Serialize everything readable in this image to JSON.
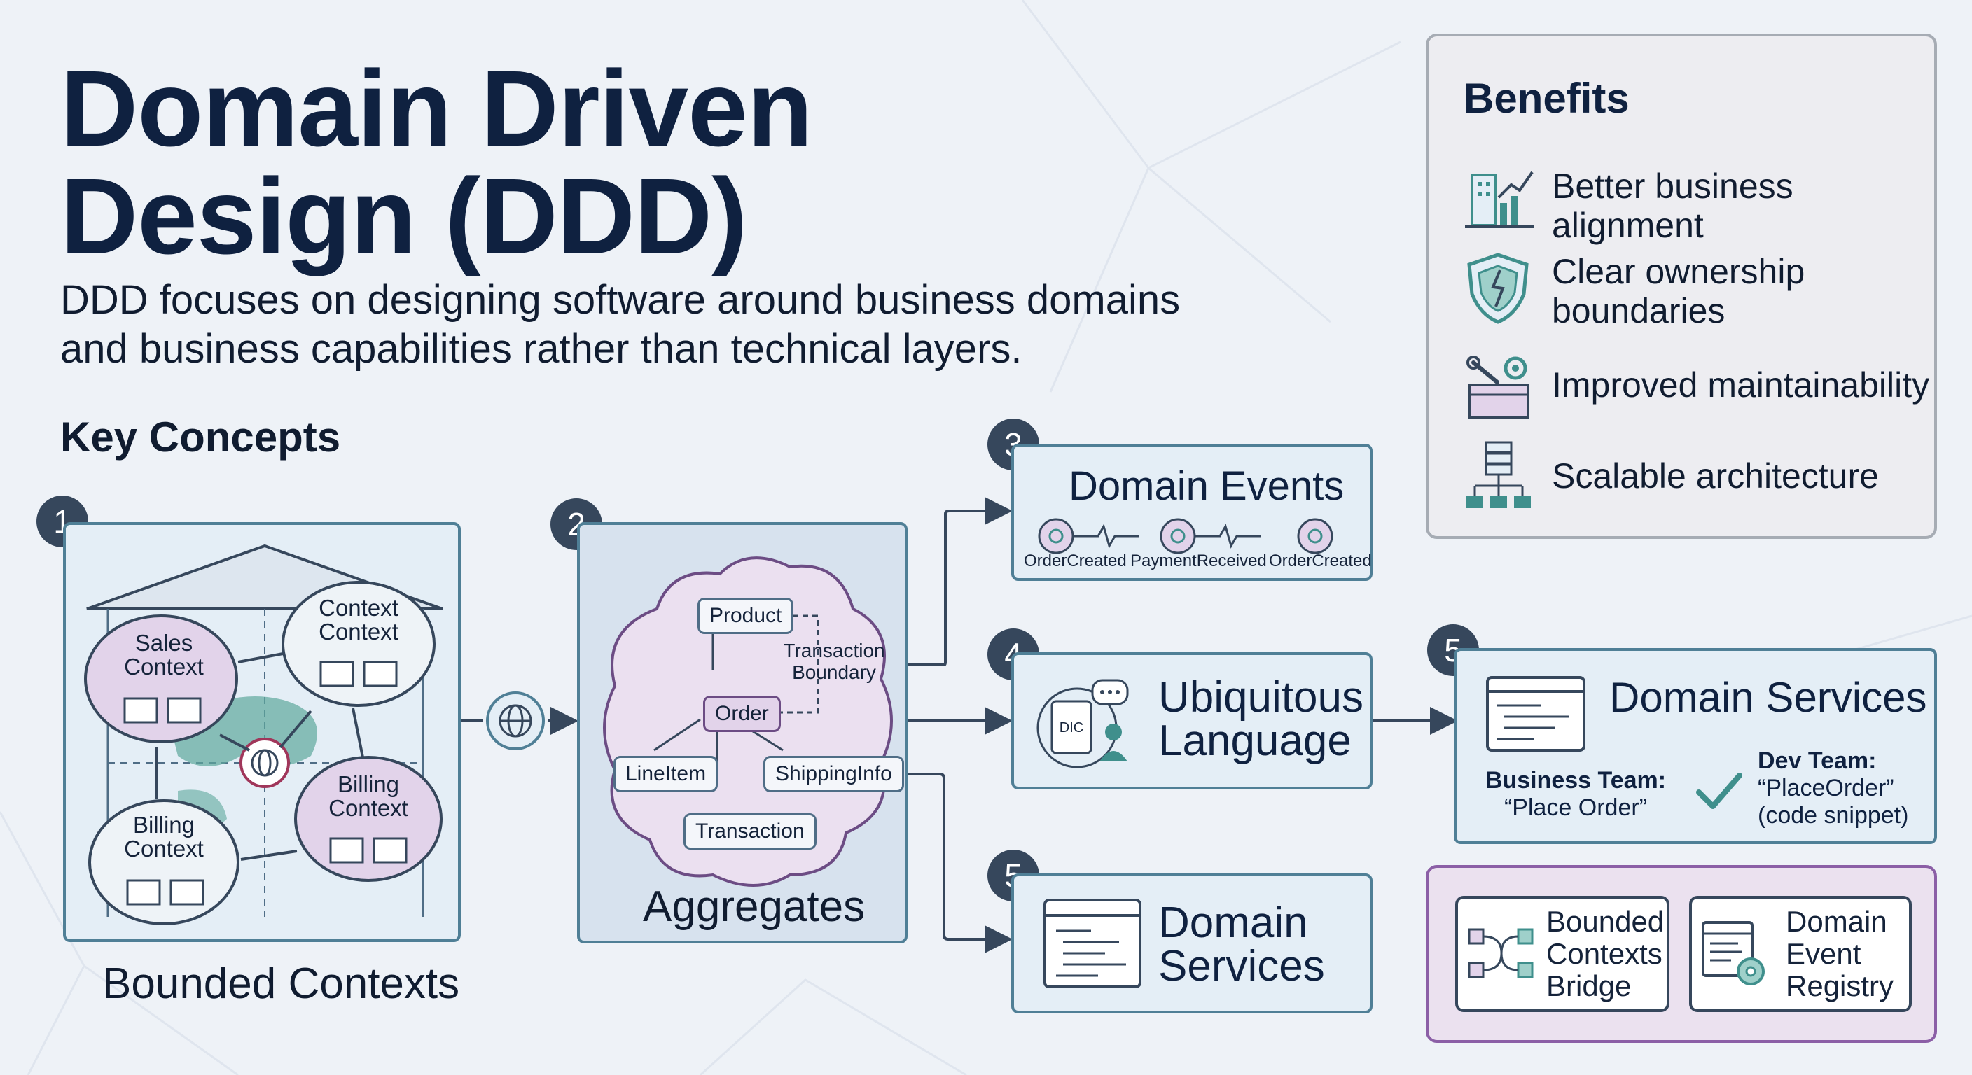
{
  "header": {
    "title_line1": "Domain Driven",
    "title_line2": "Design (DDD)",
    "subtitle_line1": "DDD focuses on designing software around business domains",
    "subtitle_line2": "and business capabilities rather than technical layers."
  },
  "key_concepts": {
    "label": "Key Concepts",
    "bounded_contexts": {
      "number": "1",
      "caption": "Bounded Contexts",
      "contexts": [
        {
          "line1": "Sales",
          "line2": "Context"
        },
        {
          "line1": "Context",
          "line2": "Context"
        },
        {
          "line1": "Billing",
          "line2": "Context"
        },
        {
          "line1": "Billing",
          "line2": "Context"
        }
      ]
    },
    "aggregates": {
      "number": "2",
      "caption": "Aggregates",
      "product": "Product",
      "order": "Order",
      "line_item": "LineItem",
      "shipping_info": "ShippingInfo",
      "transaction": "Transaction",
      "boundary_line1": "Transaction",
      "boundary_line2": "Boundary"
    },
    "domain_events": {
      "number": "3",
      "title": "Domain Events",
      "events": [
        "OrderCreated",
        "PaymentReceived",
        "OrderCreated"
      ]
    },
    "ubiquitous_language": {
      "number": "4",
      "line1": "Ubiquitous",
      "line2": "Language",
      "book_label": "DIC"
    },
    "domain_services_left": {
      "number": "5",
      "line1": "Domain",
      "line2": "Services"
    },
    "domain_services_right": {
      "number": "5",
      "title": "Domain Services",
      "business_team_label": "Business Team:",
      "business_team_value": "“Place Order”",
      "dev_team_label": "Dev Team:",
      "dev_team_value_line1": "“PlaceOrder”",
      "dev_team_value_line2": "(code snippet)"
    }
  },
  "benefits": {
    "title": "Benefits",
    "items": [
      {
        "icon": "business-growth-icon",
        "text": "Better business alignment"
      },
      {
        "icon": "shield-icon",
        "text_line1": "Clear ownership",
        "text_line2": "boundaries"
      },
      {
        "icon": "toolbox-icon",
        "text": "Improved maintainability"
      },
      {
        "icon": "server-hierarchy-icon",
        "text": "Scalable architecture"
      }
    ]
  },
  "bridge": {
    "left": {
      "line1": "Bounded",
      "line2": "Contexts",
      "line3": "Bridge"
    },
    "right": {
      "line1": "Domain",
      "line2": "Event",
      "line3": "Registry"
    }
  },
  "colors": {
    "navy": "#0f2140",
    "badge": "#36475c",
    "panel_border": "#4f7f96",
    "panel_fill": "#e4eef6",
    "purple": "#8b5fa6",
    "teal": "#3f8f8c"
  }
}
